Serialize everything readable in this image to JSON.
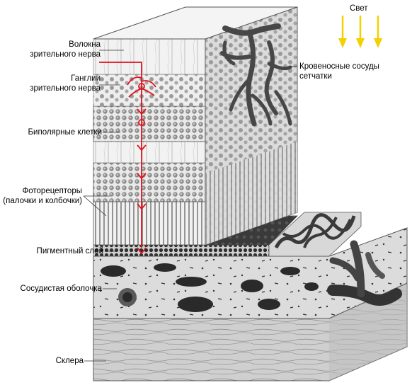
{
  "light": {
    "label": "Свет",
    "arrow_color": "#f4d000"
  },
  "labels": {
    "optic_nerve_fibers": [
      "Волокна",
      "зрительного нерва"
    ],
    "optic_nerve_ganglia": [
      "Ганглии",
      "зрительного нерва"
    ],
    "bipolar_cells": [
      "Биполярные клетки"
    ],
    "photoreceptors": [
      "Фоторецепторы",
      "(палочки и колбочки)"
    ],
    "pigment_layer": [
      "Пигментный слой"
    ],
    "choroid": [
      "Сосудистая оболочка"
    ],
    "sclera": [
      "Склера"
    ],
    "retinal_vessels": [
      "Кровеносные сосуды",
      "сетчатки"
    ]
  },
  "colors": {
    "neural_pathway": "#e0121b",
    "ink": "#2b2b2b",
    "light_arrow": "#f4d000"
  }
}
